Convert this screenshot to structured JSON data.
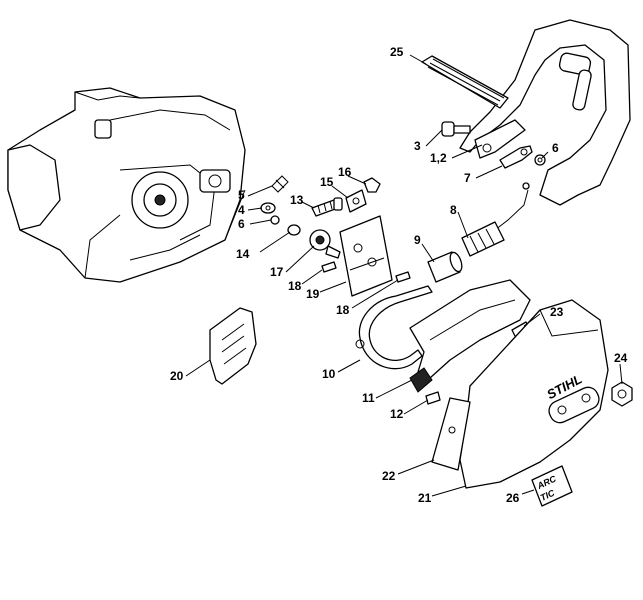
{
  "callouts": [
    {
      "id": "c25",
      "text": "25"
    },
    {
      "id": "c3",
      "text": "3"
    },
    {
      "id": "c12a",
      "text": "1,2"
    },
    {
      "id": "c6r",
      "text": "6"
    },
    {
      "id": "c7",
      "text": "7"
    },
    {
      "id": "c5",
      "text": "5"
    },
    {
      "id": "c4",
      "text": "4"
    },
    {
      "id": "c6l",
      "text": "6"
    },
    {
      "id": "c16",
      "text": "16"
    },
    {
      "id": "c15",
      "text": "15"
    },
    {
      "id": "c13",
      "text": "13"
    },
    {
      "id": "c8",
      "text": "8"
    },
    {
      "id": "c14",
      "text": "14"
    },
    {
      "id": "c9",
      "text": "9"
    },
    {
      "id": "c17",
      "text": "17"
    },
    {
      "id": "c18a",
      "text": "18"
    },
    {
      "id": "c19",
      "text": "19"
    },
    {
      "id": "c18b",
      "text": "18"
    },
    {
      "id": "c23",
      "text": "23"
    },
    {
      "id": "c20",
      "text": "20"
    },
    {
      "id": "c24",
      "text": "24"
    },
    {
      "id": "c10",
      "text": "10"
    },
    {
      "id": "c11",
      "text": "11"
    },
    {
      "id": "c12",
      "text": "12"
    },
    {
      "id": "c22",
      "text": "22"
    },
    {
      "id": "c21",
      "text": "21"
    },
    {
      "id": "c26",
      "text": "26"
    }
  ],
  "branding": {
    "cover_logo": "STIHL",
    "decal_line1": "ARC",
    "decal_line2": "TIC"
  }
}
